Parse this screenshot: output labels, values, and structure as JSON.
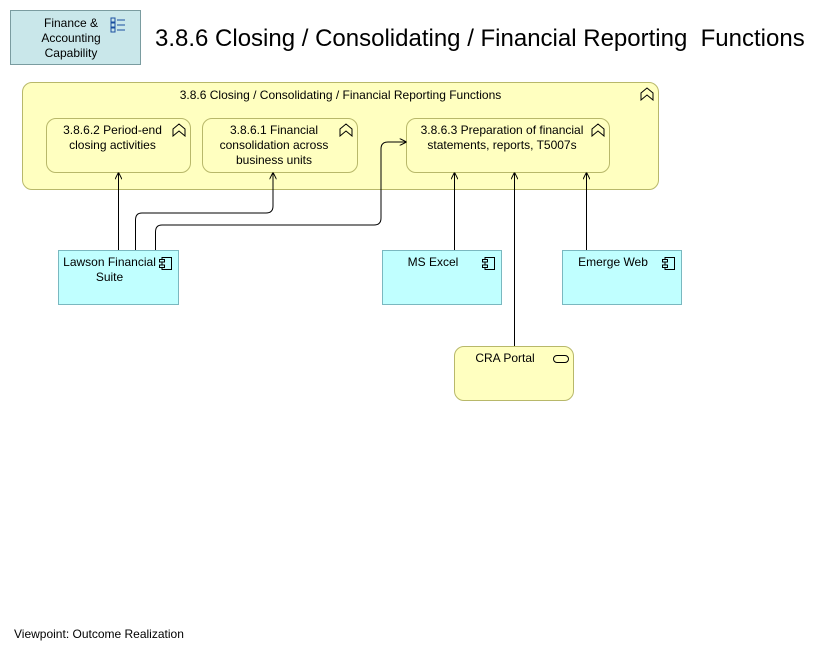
{
  "capability": {
    "label": "Finance & Accounting Capability",
    "icon": "capability-icon"
  },
  "title": "3.8.6 Closing / Consolidating / Financial Reporting  Functions",
  "group": {
    "label": "3.8.6 Closing / Consolidating / Financial Reporting Functions",
    "icon": "function-icon"
  },
  "functions": [
    {
      "id": "f362",
      "label": "3.8.6.2 Period-end closing activities",
      "icon": "function-icon"
    },
    {
      "id": "f361",
      "label": "3.8.6.1 Financial consolidation across business units",
      "icon": "function-icon"
    },
    {
      "id": "f363",
      "label": "3.8.6.3 Preparation of financial statements, reports, T5007s",
      "icon": "function-icon"
    }
  ],
  "applications": [
    {
      "id": "lawson",
      "label": "Lawson Financial Suite",
      "icon": "application-component-icon"
    },
    {
      "id": "excel",
      "label": "MS Excel",
      "icon": "application-component-icon"
    },
    {
      "id": "emerge",
      "label": "Emerge Web",
      "icon": "application-component-icon"
    }
  ],
  "service": {
    "id": "cra",
    "label": "CRA Portal",
    "icon": "service-icon"
  },
  "relationships": [
    {
      "from": "lawson",
      "to": "f362"
    },
    {
      "from": "lawson",
      "to": "f361"
    },
    {
      "from": "lawson",
      "to": "f363"
    },
    {
      "from": "excel",
      "to": "f363"
    },
    {
      "from": "emerge",
      "to": "f363"
    },
    {
      "from": "cra",
      "to": "f363"
    }
  ],
  "footer": "Viewpoint: Outcome Realization"
}
